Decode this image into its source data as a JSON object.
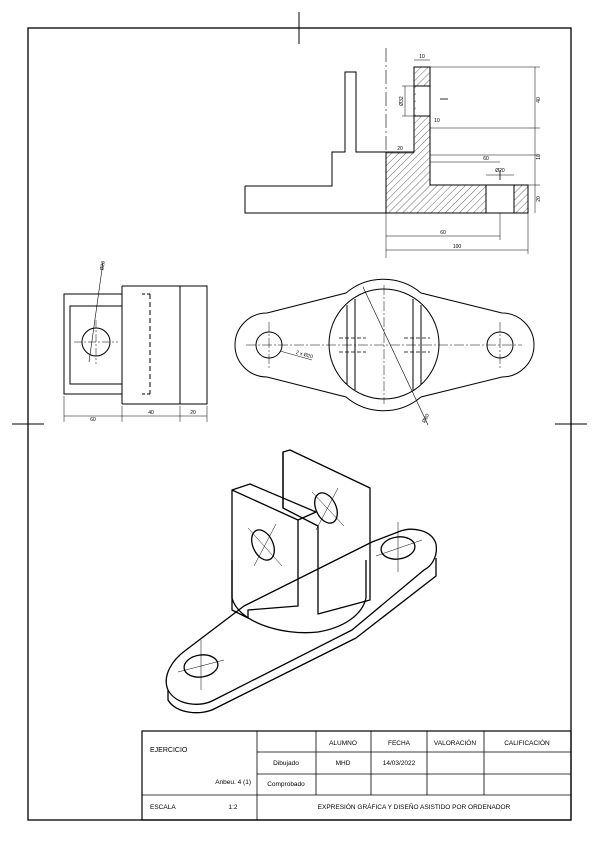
{
  "dimensions": {
    "d10_top": "10",
    "d10_mid": "10",
    "d20_left": "20",
    "dia_32": "Ø32",
    "d40_right": "40",
    "d10_right": "10",
    "d60_right": "60",
    "dia_20_top": "Ø20",
    "d20_right": "20",
    "d60_bottom": "60",
    "d100_bottom": "100",
    "dia_20_side": "Ø20",
    "d60_side": "60",
    "d40_side": "40",
    "d20_side": "20",
    "holes_label": "2 x Ø20",
    "dia_80": "Ø80"
  },
  "title_block": {
    "ejercicio_label": "EJERCICIO",
    "exercise_id": "Anbeu. 4 (1)",
    "alumno_header": "ALUMNO",
    "fecha_header": "FECHA",
    "valoracion_header": "VALORACIÓN",
    "calificacion_header": "CALIFICACIÓN",
    "dibujado_label": "Dibujado",
    "comprobado_label": "Comprobado",
    "alumno_value": "MHD",
    "fecha_value": "14/03/2022",
    "escala_label": "ESCALA",
    "escala_value": "1:2",
    "course_title": "EXPRESIÓN GRÁFICA Y DISEÑO ASISTIDO POR ORDENADOR"
  }
}
